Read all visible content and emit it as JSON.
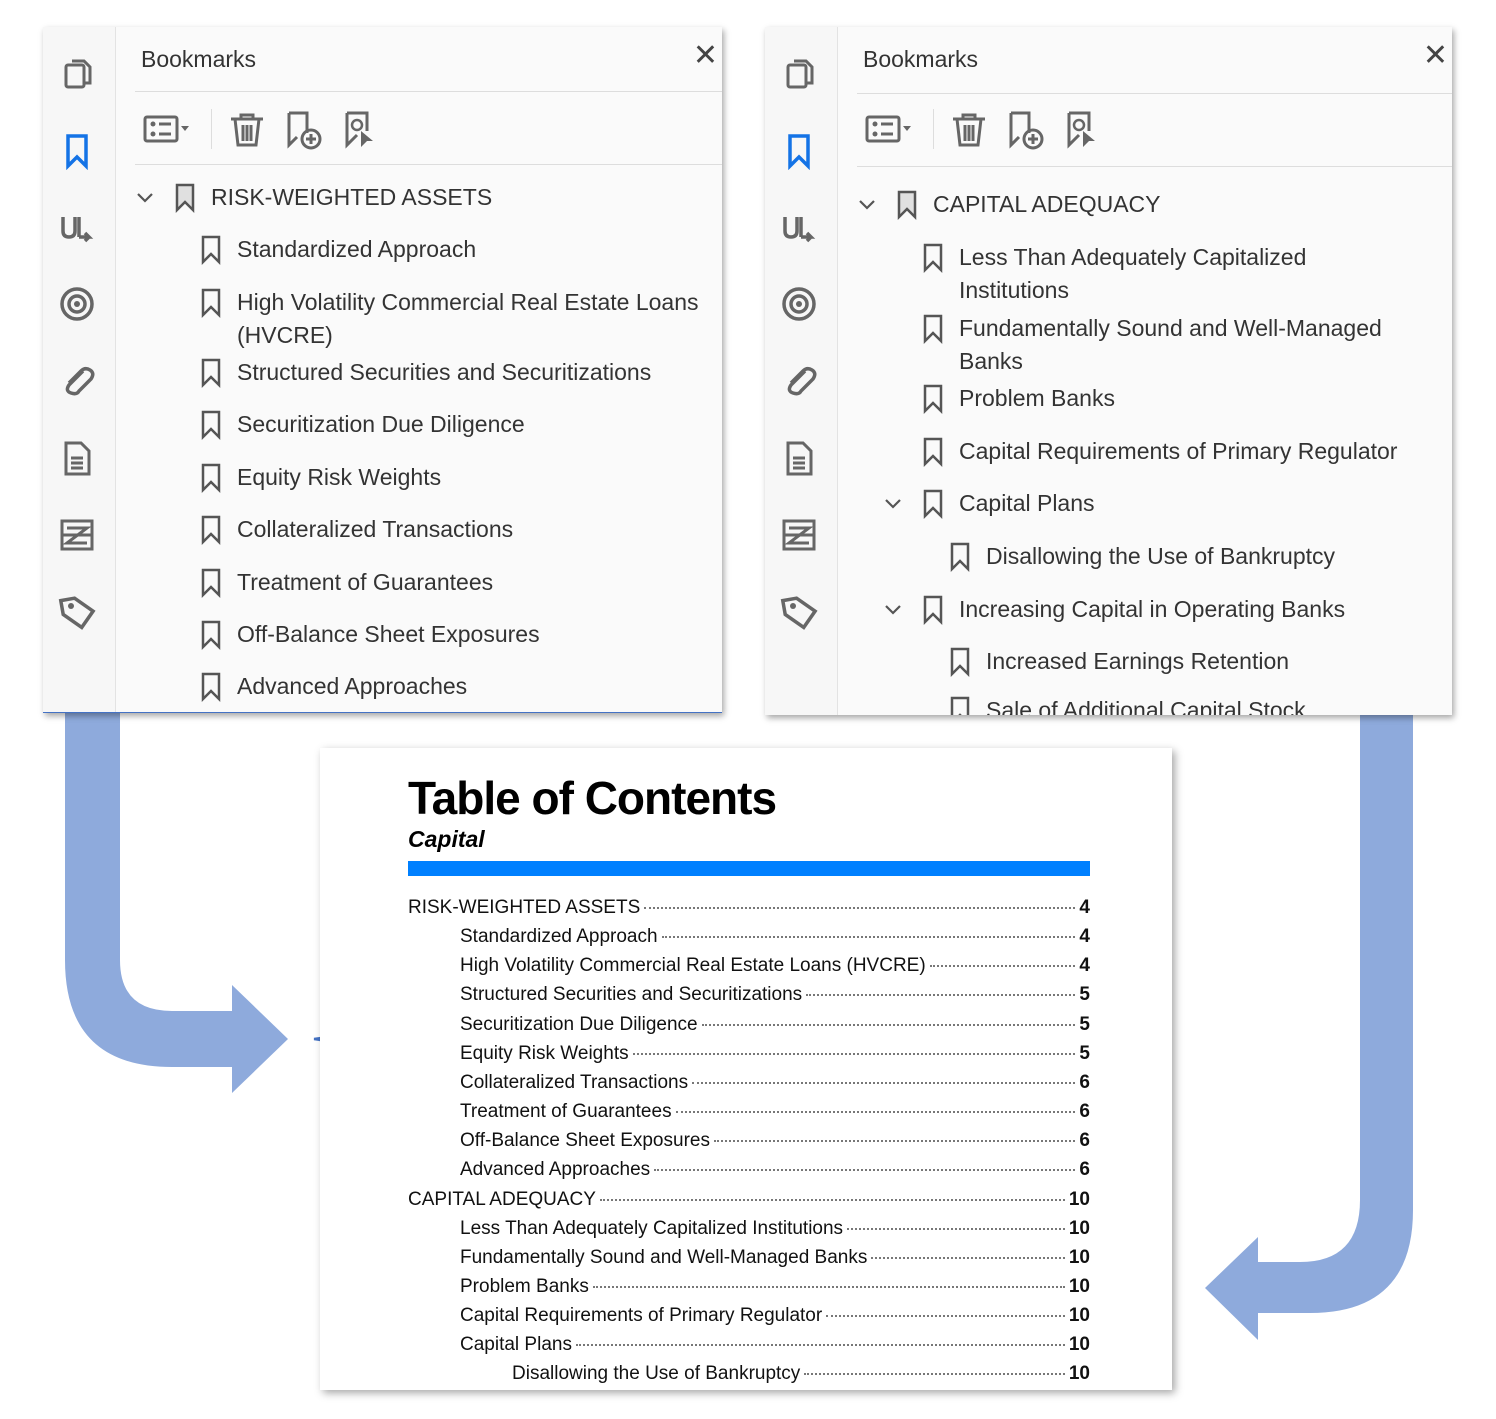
{
  "left_panel": {
    "title": "Bookmarks",
    "close": "✕",
    "items": [
      {
        "label": "RISK-WEIGHTED ASSETS",
        "level": 0,
        "expanded": true
      },
      {
        "label": "Standardized Approach",
        "level": 1
      },
      {
        "label": "High Volatility Commercial Real Estate Loans (HVCRE)",
        "level": 1,
        "wrap": [
          "High Volatility Commercial Real Estate Loans",
          "(HVCRE)"
        ]
      },
      {
        "label": "Structured Securities and Securitizations",
        "level": 1
      },
      {
        "label": "Securitization Due Diligence",
        "level": 1
      },
      {
        "label": "Equity Risk Weights",
        "level": 1
      },
      {
        "label": "Collateralized Transactions",
        "level": 1
      },
      {
        "label": "Treatment of Guarantees",
        "level": 1
      },
      {
        "label": "Off-Balance Sheet Exposures",
        "level": 1
      },
      {
        "label": "Advanced Approaches",
        "level": 1
      }
    ]
  },
  "right_panel": {
    "title": "Bookmarks",
    "close": "✕",
    "items": [
      {
        "label": "CAPITAL ADEQUACY",
        "level": 0,
        "expanded": true
      },
      {
        "label": "Less Than Adequately Capitalized Institutions",
        "level": 1,
        "wrap": [
          "Less Than Adequately Capitalized",
          "Institutions"
        ]
      },
      {
        "label": "Fundamentally Sound and Well-Managed Banks",
        "level": 1,
        "wrap": [
          "Fundamentally Sound and Well-Managed",
          "Banks"
        ]
      },
      {
        "label": "Problem Banks",
        "level": 1
      },
      {
        "label": "Capital Requirements of Primary Regulator",
        "level": 1
      },
      {
        "label": "Capital Plans",
        "level": 1,
        "expanded": true
      },
      {
        "label": "Disallowing the Use of Bankruptcy",
        "level": 2
      },
      {
        "label": "Increasing Capital in Operating Banks",
        "level": 1,
        "expanded": true
      },
      {
        "label": "Increased Earnings Retention",
        "level": 2
      },
      {
        "label": "Sale of Additional Capital Stock",
        "level": 2
      }
    ]
  },
  "sidebar_icons": [
    "pages-icon",
    "bookmark-icon",
    "signature-icon",
    "target-icon",
    "attachment-icon",
    "document-icon",
    "compare-icon",
    "tag-icon"
  ],
  "toolbar_icons": [
    "options-menu-icon",
    "delete-icon",
    "new-bookmark-icon",
    "bookmark-from-selection-icon"
  ],
  "toc": {
    "title": "Table of Contents",
    "subtitle": "Capital",
    "accent": "#0080ff",
    "entries": [
      {
        "label": "RISK-WEIGHTED ASSETS",
        "page": "4",
        "level": 0
      },
      {
        "label": "Standardized Approach",
        "page": "4",
        "level": 1
      },
      {
        "label": "High Volatility Commercial Real Estate Loans (HVCRE)",
        "page": "4",
        "level": 1
      },
      {
        "label": "Structured Securities and Securitizations",
        "page": "5",
        "level": 1
      },
      {
        "label": "Securitization Due Diligence",
        "page": "5",
        "level": 1
      },
      {
        "label": "Equity Risk Weights",
        "page": "5",
        "level": 1
      },
      {
        "label": "Collateralized Transactions",
        "page": "6",
        "level": 1
      },
      {
        "label": "Treatment of Guarantees",
        "page": "6",
        "level": 1
      },
      {
        "label": "Off-Balance Sheet Exposures",
        "page": "6",
        "level": 1
      },
      {
        "label": "Advanced Approaches",
        "page": "6",
        "level": 1
      },
      {
        "label": "CAPITAL ADEQUACY",
        "page": "10",
        "level": 0
      },
      {
        "label": "Less Than Adequately Capitalized Institutions",
        "page": "10",
        "level": 1
      },
      {
        "label": "Fundamentally Sound and Well-Managed Banks",
        "page": "10",
        "level": 1
      },
      {
        "label": "Problem Banks",
        "page": "10",
        "level": 1
      },
      {
        "label": "Capital Requirements of Primary Regulator",
        "page": "10",
        "level": 1
      },
      {
        "label": "Capital Plans",
        "page": "10",
        "level": 1
      },
      {
        "label": "Disallowing the Use of Bankruptcy",
        "page": "10",
        "level": 2
      }
    ]
  },
  "colors": {
    "arrow": "#8eaadc",
    "brace": "#4472c4",
    "active_icon": "#1473e6"
  }
}
